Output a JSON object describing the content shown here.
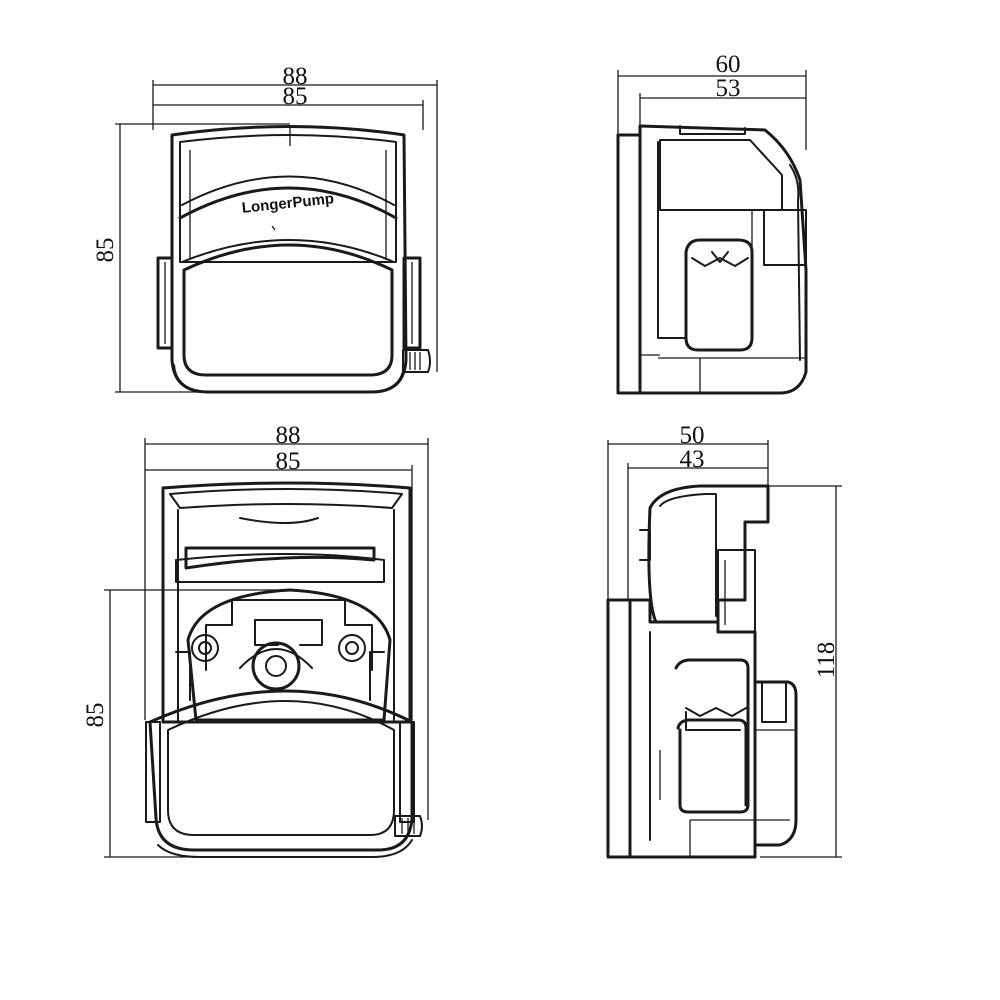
{
  "brand": "LongerPump",
  "views": {
    "front_top": {
      "width_outer": "88",
      "width_inner": "85",
      "height": "85"
    },
    "side_top": {
      "depth_outer": "60",
      "depth_inner": "53"
    },
    "front_bottom": {
      "width_outer": "88",
      "width_inner": "85",
      "height": "85"
    },
    "side_bottom": {
      "depth_outer": "50",
      "depth_inner": "43",
      "height": "118"
    }
  }
}
